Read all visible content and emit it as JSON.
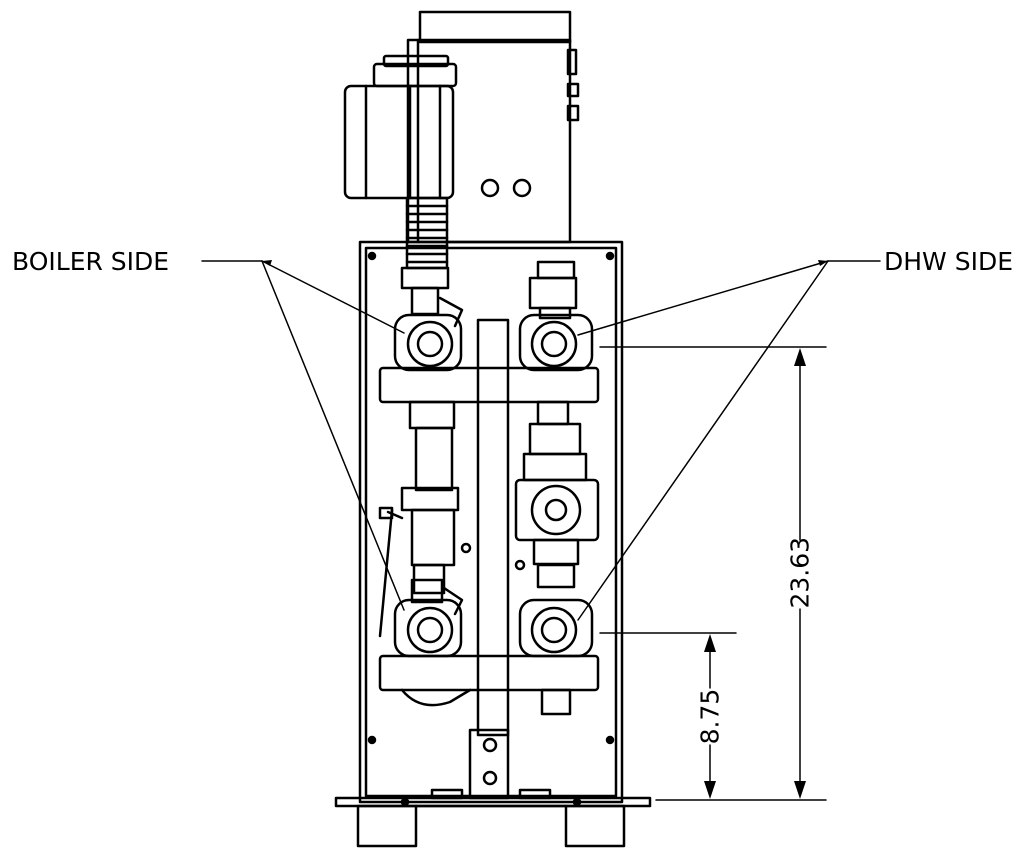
{
  "labels": {
    "boiler_side": "BOILER SIDE",
    "dhw_side": "DHW SIDE"
  },
  "dimensions": {
    "overall_height": "23.63",
    "lower_height": "8.75"
  },
  "colors": {
    "line": "#000000",
    "background": "#ffffff"
  }
}
